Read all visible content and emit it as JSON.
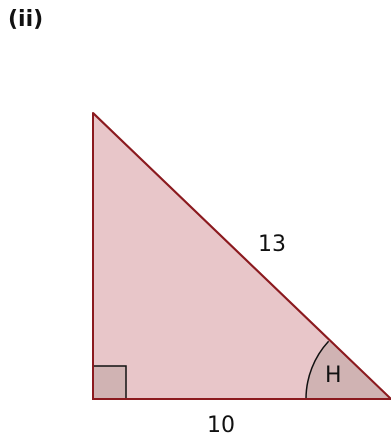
{
  "part_label": "(ii)",
  "triangle": {
    "hypotenuse_label": "13",
    "base_label": "10",
    "angle_label": "H",
    "has_right_angle_marker": true
  },
  "colors": {
    "fill": "#e8c6c9",
    "stroke": "#8b1a1f",
    "angle_fill": "#d0b3b3",
    "right_angle_fill": "#d0b3b3",
    "text": "#111111"
  }
}
